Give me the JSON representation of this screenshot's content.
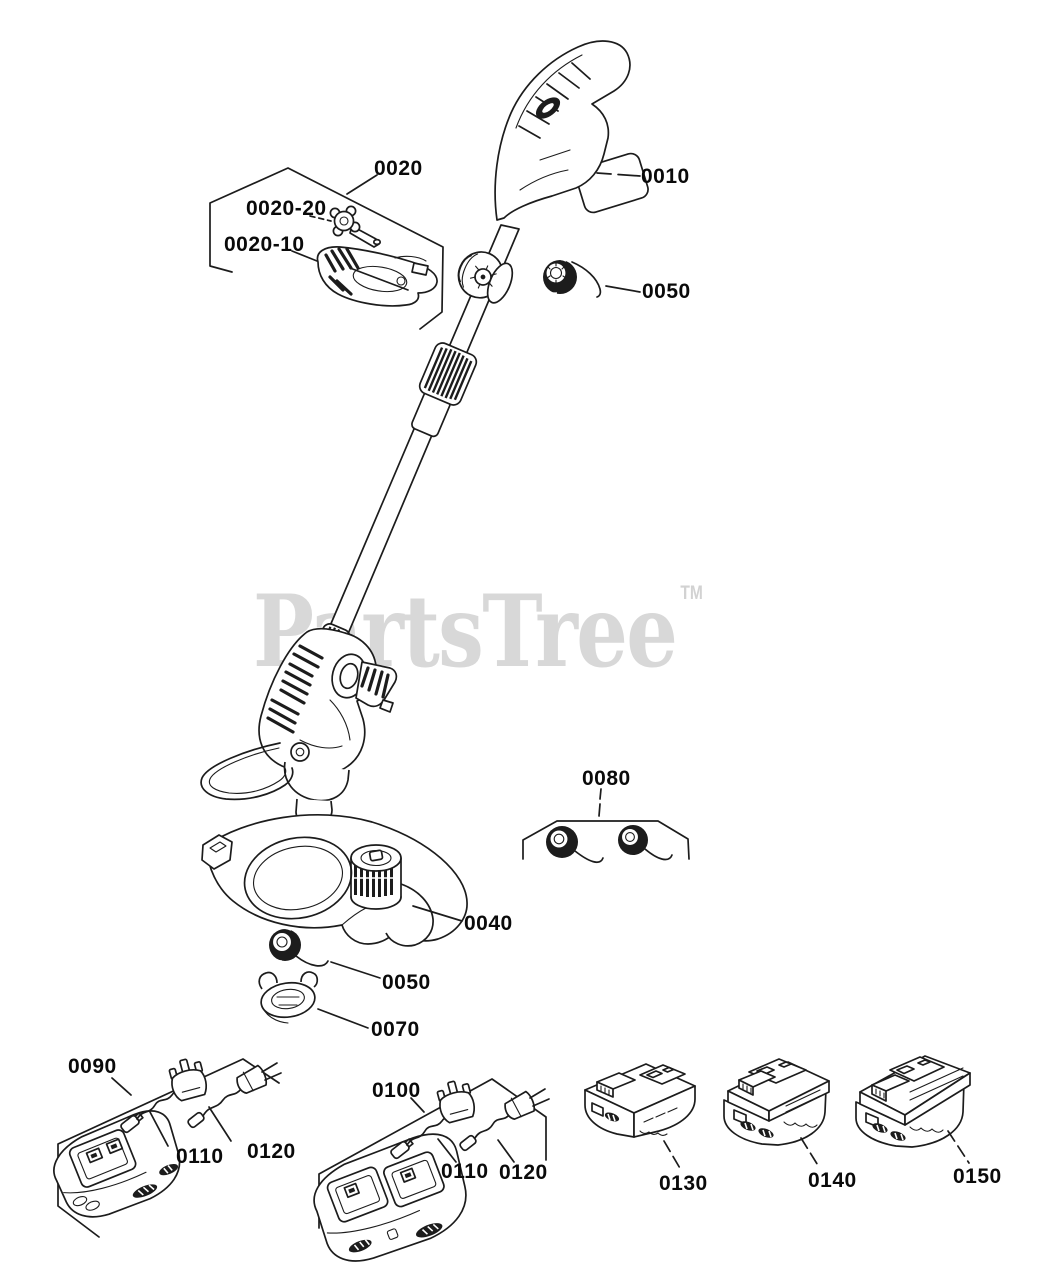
{
  "watermark": {
    "text": "PartsTree",
    "tm": "TM",
    "color": "#d8d8d8"
  },
  "diagram": {
    "line_color": "#1c1c1c",
    "background": "#ffffff"
  },
  "callouts": [
    {
      "label": "0020"
    },
    {
      "label": "0020-20"
    },
    {
      "label": "0020-10"
    },
    {
      "label": "0010"
    },
    {
      "label": "0050"
    },
    {
      "label": "0080"
    },
    {
      "label": "0040"
    },
    {
      "label": "0050"
    },
    {
      "label": "0070"
    },
    {
      "label": "0090"
    },
    {
      "label": "0110"
    },
    {
      "label": "0120"
    },
    {
      "label": "0100"
    },
    {
      "label": "0110"
    },
    {
      "label": "0120"
    },
    {
      "label": "0130"
    },
    {
      "label": "0140"
    },
    {
      "label": "0150"
    }
  ]
}
